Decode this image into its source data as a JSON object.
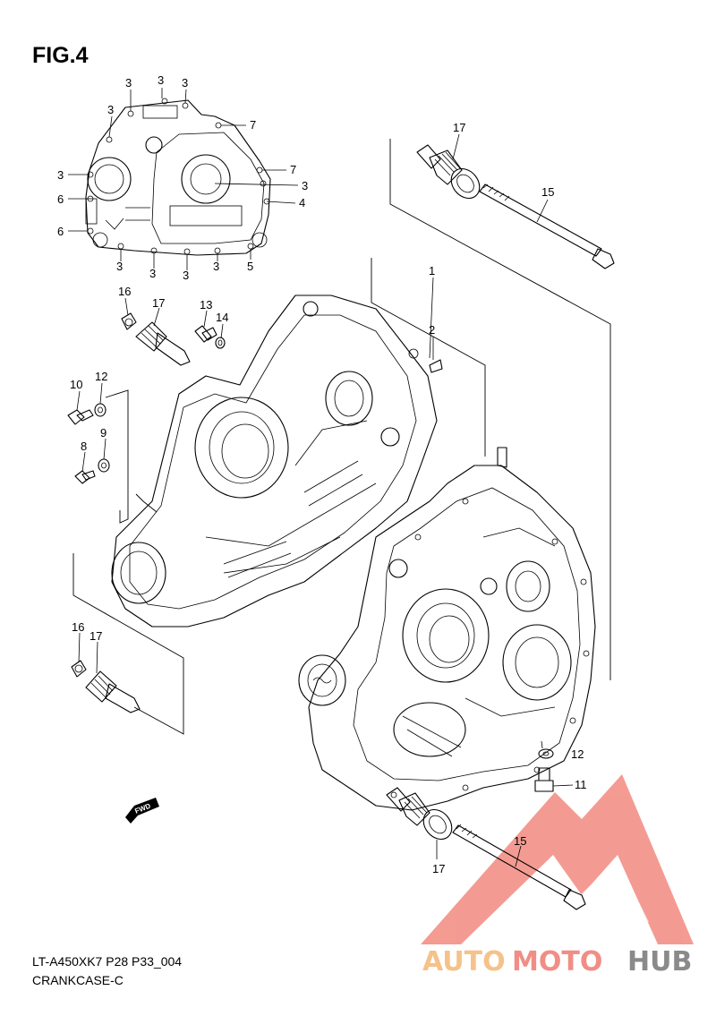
{
  "figure": {
    "title": "FIG.4",
    "model_code": "LT-A450XK7 P28 P33_004",
    "section_name": "CRANKCASE-C"
  },
  "callouts": {
    "inset_3a": "3",
    "inset_3b": "3",
    "inset_3c": "3",
    "inset_3d": "3",
    "inset_3e": "3",
    "inset_3f": "3",
    "inset_3g": "3",
    "inset_3h": "3",
    "inset_3i": "3",
    "inset_3j": "3",
    "inset_7a": "7",
    "inset_7b": "7",
    "inset_4": "4",
    "inset_5": "5",
    "inset_6a": "6",
    "inset_6b": "6",
    "p1": "1",
    "p2": "2",
    "p17_top": "17",
    "p15_top": "15",
    "p16_left": "16",
    "p17_left": "17",
    "p13": "13",
    "p14": "14",
    "p10": "10",
    "p12_left": "12",
    "p8": "8",
    "p9": "9",
    "p16_low": "16",
    "p17_low": "17",
    "p12_right": "12",
    "p11": "11",
    "p15_bottom": "15",
    "p17_bottom": "17"
  },
  "fwd_label": "FWD",
  "watermark": {
    "text_auto": "AUTO",
    "text_moto": "MOTO",
    "text_hub": "HUB",
    "colors": {
      "auto": "#f5c28a",
      "moto": "#f08e86",
      "hub": "#8a8a8a",
      "logo": "#f07a6e"
    }
  }
}
